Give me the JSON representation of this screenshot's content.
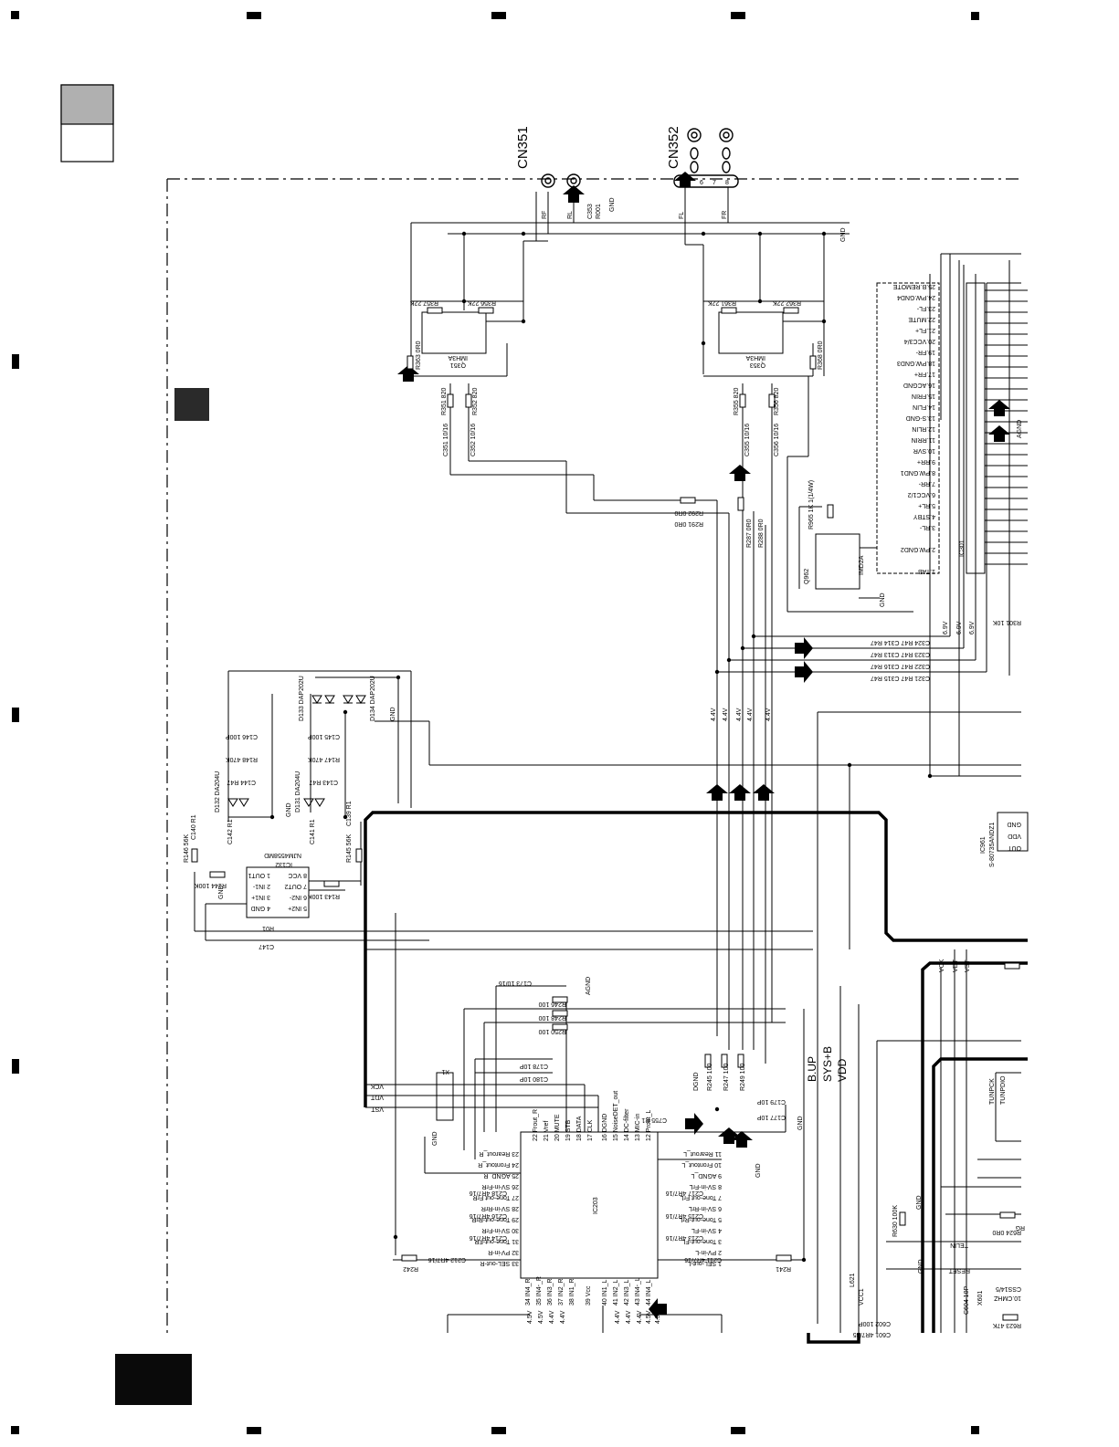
{
  "connectors": {
    "cn351": "CN351",
    "cn352": "CN352",
    "cn351_pins": [
      "RF",
      "RL",
      "C353",
      "R001"
    ],
    "cn352_pins": [
      "FL",
      "FR",
      "5",
      "6",
      "7",
      "8"
    ]
  },
  "ic301_pins": [
    "25.B.REMOTE",
    "24.PW.GND4",
    "23.FL-",
    "22.MUTE",
    "21.FL+",
    "20.VCC3/4",
    "19.FR-",
    "18.PW.GND3",
    "17.FR+",
    "16.ACGND",
    "15.FRIN",
    "14.FLIN",
    "13.S-GND",
    "12.RLIN",
    "11.RRIN",
    "10.SVR",
    "9.RR+",
    "8.PW.GND1",
    "7.RR-",
    "6.VCC1/2",
    "5.RL+",
    "4.STBY",
    "3.RL-",
    "2.PW.GND2",
    "1.TAB"
  ],
  "labels": {
    "ic301": "IC301",
    "ic132": "IC132",
    "ic132_part": "NJM4558MD",
    "ic203": "IC203",
    "ic961": "IC961",
    "ic961_part": "S-80735ANDZ1",
    "q351": "Q351",
    "q351_part": "IMH3A",
    "q353": "Q353",
    "q353_part": "IMH3A",
    "q962": "Q962",
    "q962_part": "IMD2A",
    "d133": "D133 DAP202U",
    "d134": "D134 DAP202U",
    "d131": "D131 DA204U",
    "d132": "D132 DA204U",
    "r357": "R357 22K",
    "r356": "R356 22K",
    "r361": "R361 22K",
    "r362": "R362 22K",
    "r351": "R351 820",
    "r352": "R352 820",
    "r355": "R355 820",
    "r356b": "R356 820",
    "r363": "R363 0R0",
    "r368": "R368 0R0",
    "r292": "R292 0R0",
    "r291": "R291 0R0",
    "r287": "R287 0R0",
    "r288": "R288 0R0",
    "c351": "C351 10/16",
    "c352": "C352 10/16",
    "c355": "C355 10/16",
    "c356": "C356 10/16",
    "r965": "R965 1K 1(1/4W)",
    "gnd": "GND",
    "agnd": "AGND",
    "dgnd": "DGND",
    "vck": "VCK",
    "vdt": "VDT",
    "vst": "VST",
    "b_up": "B.UP",
    "sysb": "SYS+B",
    "vdd": "VDD",
    "tunpck": "TUNPCK",
    "tunpdio": "TUNPDIO",
    "telin": "TELIN",
    "reset": "RESET",
    "rg": "RG",
    "r301": "R301 10K"
  },
  "voltages": [
    "4.4V",
    "4.4V",
    "4.4V",
    "4.4V",
    "4.4V",
    "6.9V",
    "6.9V",
    "6.9V"
  ],
  "amp_caps": [
    "C324 R47 C314 R47",
    "C323 R47 C313 R47",
    "C322 R47 C316 R47",
    "C321 R47 C315 R47"
  ],
  "ic203_left_pins": [
    "23 Rearout_R",
    "24 Frontout_R",
    "25 AGND_R",
    "26 SV-in-FrR",
    "27 Tone-out FrR",
    "28 SV-in-RrR",
    "29 Tone-out-RrR",
    "30 SV-in-FrR",
    "31 Tone-out-FR",
    "32 PV-in-R",
    "33 SEL-out-R"
  ],
  "ic203_right_pins": [
    "11 Rearout_L",
    "10 Frontout_L",
    "9 AGND_L",
    "8 SV-in-FrL",
    "7 Tone-out FrL",
    "6 SV-in-RrL",
    "5 Tone-out-RrL",
    "4 SV-in-FL",
    "3 Tone-out-FL",
    "2 PV-in-L",
    "1 SEL-out-L"
  ],
  "ic203_top_pins": [
    "22 Frout_R",
    "21 Vref",
    "20 MUTE",
    "19 STB",
    "18 DATA",
    "17 CLK",
    "16 DGND",
    "15 NoiseDET_out",
    "14 DC-filter",
    "13 MIC-in",
    "12 Prout_L"
  ],
  "ic203_bottom_pins": [
    "34 IN4_R",
    "35 IN4-_R",
    "36 IN3_R",
    "37 IN2_R",
    "38 IN1_R",
    "39 Vcc",
    "40 IN1_L",
    "41 IN2_L",
    "42 IN3_L",
    "43 IN4-_L",
    "44 IN4_L"
  ],
  "ic203_bottom_volts": [
    "4.5V",
    "4.5V",
    "4.4V",
    "4.4V",
    "",
    "",
    "4.4V",
    "4.4V",
    "4.4V",
    "4.5V",
    "4.5V"
  ],
  "ic132_pins": [
    "8 VCC",
    "7 OUT2",
    "6 IN2-",
    "5 IN2+",
    "1 OUT1",
    "2 IN1-",
    "3 IN1+",
    "4 GND"
  ],
  "ic132_parts": [
    "R145 56K",
    "R143 100K",
    "R146 56K",
    "R144 100K",
    "C141 R1",
    "C142 R1",
    "C139 R1",
    "C140 R1",
    "C143 R47",
    "C144 R47",
    "C145 100P",
    "C146 100P",
    "R147 470K",
    "R148 470K",
    "R01",
    "C147"
  ],
  "ic203_caps": [
    "C173 10/16",
    "R246 100",
    "R248 100",
    "R250 100",
    "C178 10P",
    "C180 10P",
    "R245 100",
    "R247 100",
    "R249 100",
    "C179 10P",
    "C177 10P",
    "C755 R1",
    "X1",
    "C218 4R7/16",
    "C216 4R7/16",
    "C214 4R7/16",
    "C212 4R7/16",
    "C217 4R7/16",
    "C215 4R7/16",
    "C213 4R7/16",
    "C211 4R7/16",
    "R242",
    "R241"
  ],
  "ic961_pins": [
    "OUT",
    "VDD",
    "GND"
  ],
  "bottom_right_parts": [
    "R630 100K",
    "C601 4R7/35",
    "C602 100P",
    "C604 10P",
    "X601",
    "L621",
    "VCC1",
    "R623 47K",
    "R624 0R0",
    "10.CMHZ",
    "CSS14/5"
  ]
}
